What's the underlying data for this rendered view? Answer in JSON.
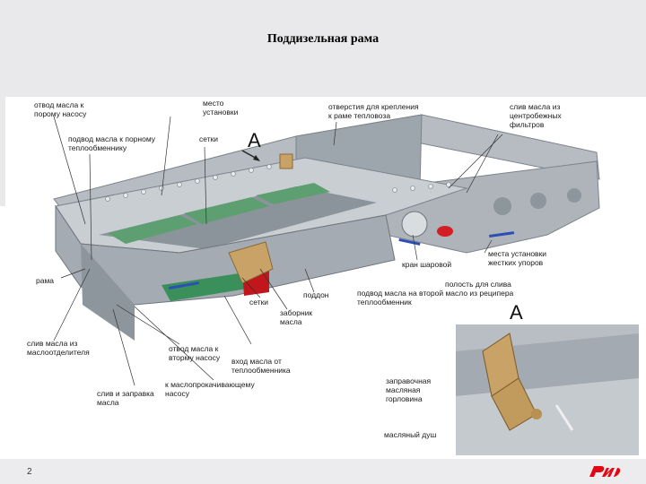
{
  "slide": {
    "title": "Поддизельная рама",
    "page_number": "2",
    "accent_color": "#e30613"
  },
  "labels": {
    "otvod_top": [
      "отвод масла к",
      "порому насосу"
    ],
    "mesto_ustanovki": [
      "место",
      "установки"
    ],
    "otverstiya": [
      "отверстия для крепления",
      "к раме тепловоза"
    ],
    "sliv_centr": [
      "слив масла из",
      "центробежных",
      "фильтров"
    ],
    "podvod": [
      "подвод масла к порному",
      "теплообменнику"
    ],
    "setki_top": "сетки",
    "marker_a": "А",
    "rama": "рама",
    "kran": "кран шаровой",
    "mesta_upor": [
      "места установки",
      "жестких упоров"
    ],
    "poddon": "поддон",
    "polost": "полость для слива",
    "podvod_second": [
      "подвод масла на второй масло из реципера",
      "теплообменник"
    ],
    "setki_bottom": "сетки",
    "zabornik": [
      "заборник",
      "масла"
    ],
    "marker_a_inset": "А",
    "sliv_masloot": [
      "слив масла из",
      "маслоотделителя"
    ],
    "otvod_bottom": [
      "отвод масла к",
      "вторму насосу"
    ],
    "vhod": [
      "вход масла от",
      "теплообменника"
    ],
    "maslo_nasos": [
      "к маслопрокачивающему",
      "насосу"
    ],
    "sliv_zapravka": [
      "слив и заправка",
      "масла"
    ],
    "zapravochnaya": [
      "заправочная",
      "масляная",
      "горловина"
    ],
    "maslyaniy_dush": "масляный душ"
  }
}
